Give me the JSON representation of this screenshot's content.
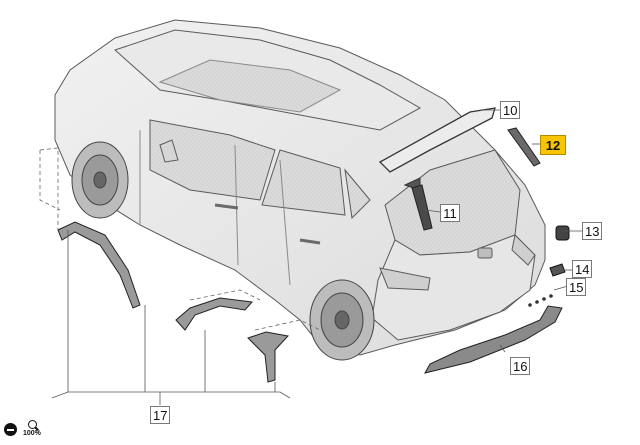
{
  "callouts": {
    "c10": "10",
    "c11": "11",
    "c12": "12",
    "c13": "13",
    "c14": "14",
    "c15": "15",
    "c16": "16",
    "c17": "17"
  },
  "highlight_color": "#f6c400",
  "footer": {
    "zoom_level": "100%",
    "zoom_out_icon": "minus-circle-icon",
    "zoom_icon": "magnifier-icon"
  }
}
